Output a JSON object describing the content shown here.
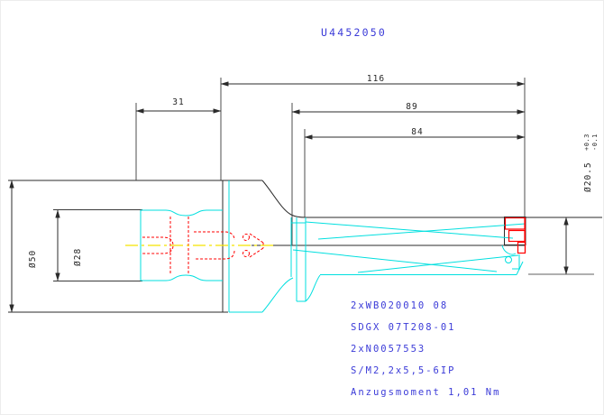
{
  "title": "U4452050",
  "drawing": {
    "dim_116": "116",
    "dim_89": "89",
    "dim_84": "84",
    "dim_31": "31",
    "dia_50": "Ø50",
    "dia_28": "Ø28",
    "dia_tip": "Ø20.5",
    "dia_tip_tol_plus": "+0.3",
    "dia_tip_tol_minus": "-0.1"
  },
  "notes": [
    "2xWB020010 08",
    "SDGX 07T208-01",
    "2xN0057553",
    "S/M2,2x5,5-6IP",
    "Anzugsmoment 1,01 Nm"
  ],
  "colors": {
    "outline": "#2b2b2b",
    "body_lines": "#00dfdf",
    "hidden_lines": "#ff0000",
    "centerline": "#f5e400",
    "annotation_text": "#3b3bd8"
  }
}
